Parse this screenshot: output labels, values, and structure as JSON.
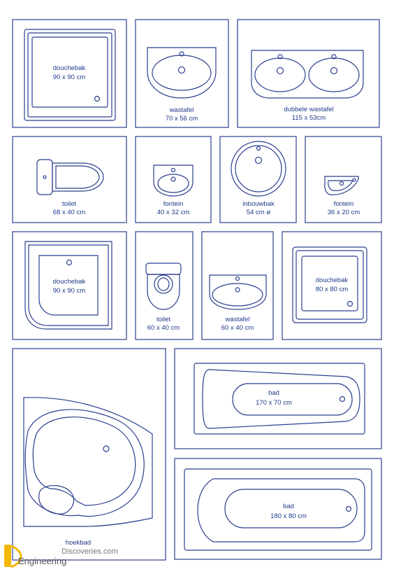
{
  "fixtures": {
    "douchebak_1": {
      "name": "douchebak",
      "size": "90 x 90 cm"
    },
    "wastafel_1": {
      "name": "wastafel",
      "size": "70 x 56 cm"
    },
    "dubbele_wastafel": {
      "name": "dubbele wastafel",
      "size": "115 x 53cm"
    },
    "toilet_1": {
      "name": "toilet",
      "size": "68 x 40 cm"
    },
    "fontein_1": {
      "name": "fontein",
      "size": "40 x 32 cm"
    },
    "inbouwbak": {
      "name": "inbouwbak",
      "size": "54 cm ø"
    },
    "fontein_2": {
      "name": "fontein",
      "size": "36 x 20 cm"
    },
    "douchebak_2": {
      "name": "douchebak",
      "size": "90 x 90 cm"
    },
    "toilet_2": {
      "name": "toilet",
      "size": "60 x 40 cm"
    },
    "wastafel_2": {
      "name": "wastafel",
      "size": "60 x 40 cm"
    },
    "douchebak_3": {
      "name": "douchebak",
      "size": "80 x 80 cm"
    },
    "hoekbad": {
      "name": "hoekbad"
    },
    "bad_1": {
      "name": "bad",
      "size": "170 x 70 cm"
    },
    "bad_2": {
      "name": "bad",
      "size": "180 x 80 cm"
    }
  },
  "watermark": {
    "line1": "Discoveries.com",
    "line2": "Engineering"
  },
  "colors": {
    "line": "#2b3f8f",
    "text": "#1f3a8a"
  }
}
